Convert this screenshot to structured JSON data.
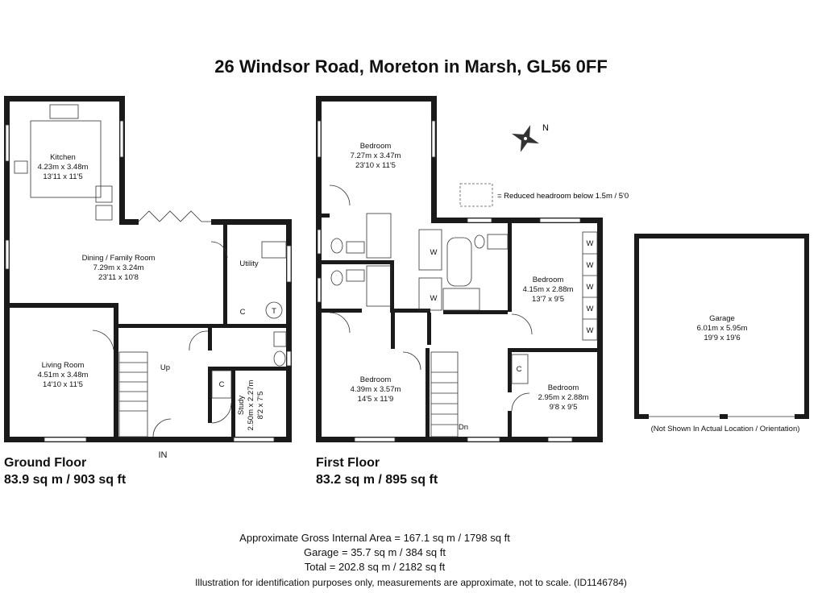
{
  "title": "26 Windsor Road, Moreton in Marsh, GL56 0FF",
  "ground_floor": {
    "name": "Ground Floor",
    "area": "83.9 sq m / 903 sq ft",
    "rooms": {
      "kitchen": {
        "name": "Kitchen",
        "metric": "4.23m x 3.48m",
        "imperial": "13'11 x 11'5"
      },
      "dining": {
        "name": "Dining / Family Room",
        "metric": "7.29m x 3.24m",
        "imperial": "23'11 x 10'8"
      },
      "utility": {
        "name": "Utility"
      },
      "living": {
        "name": "Living Room",
        "metric": "4.51m x 3.48m",
        "imperial": "14'10 x 11'5"
      },
      "study": {
        "name": "Study",
        "metric": "2.50m x 2.27m",
        "imperial": "8'2 x 7'5"
      }
    },
    "labels": {
      "up": "Up",
      "entrance": "IN",
      "cupboard": "C",
      "tank": "T"
    }
  },
  "first_floor": {
    "name": "First Floor",
    "area": "83.2 sq m / 895 sq ft",
    "rooms": {
      "bed1": {
        "name": "Bedroom",
        "metric": "7.27m x 3.47m",
        "imperial": "23'10 x 11'5"
      },
      "bed2": {
        "name": "Bedroom",
        "metric": "4.15m x 2.88m",
        "imperial": "13'7 x 9'5"
      },
      "bed3": {
        "name": "Bedroom",
        "metric": "4.39m x 3.57m",
        "imperial": "14'5 x 11'9"
      },
      "bed4": {
        "name": "Bedroom",
        "metric": "2.95m x 2.88m",
        "imperial": "9'8 x 9'5"
      }
    },
    "labels": {
      "down": "Dn",
      "wardrobe": "W",
      "cupboard": "C",
      "north": "N"
    }
  },
  "legend": {
    "reduced_headroom": "= Reduced headroom below 1.5m / 5'0"
  },
  "garage": {
    "name": "Garage",
    "metric": "6.01m x 5.95m",
    "imperial": "19'9 x 19'6",
    "note": "(Not Shown In Actual Location / Orientation)"
  },
  "summary": {
    "gross": "Approximate Gross Internal Area = 167.1 sq m / 1798 sq ft",
    "garage": "Garage = 35.7 sq m / 384 sq ft",
    "total": "Total = 202.8 sq m / 2182 sq ft"
  },
  "disclaimer": "Illustration for identification purposes only, measurements are approximate, not to scale. (ID1146784)"
}
